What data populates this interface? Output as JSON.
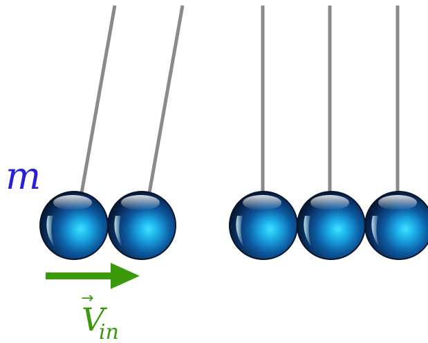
{
  "diagram": {
    "mass_label": "m",
    "velocity_label": "V",
    "velocity_subscript": "in",
    "vector_arrow_glyph": "→",
    "balls_total": 5,
    "balls_displaced": 2,
    "colors": {
      "mass_label": "#2a1fd8",
      "velocity": "#3a9a0c",
      "string": "#8a8a8a",
      "ball_dark": "#071a33",
      "ball_mid": "#0f4f8e",
      "ball_light": "#28c8f5"
    }
  }
}
